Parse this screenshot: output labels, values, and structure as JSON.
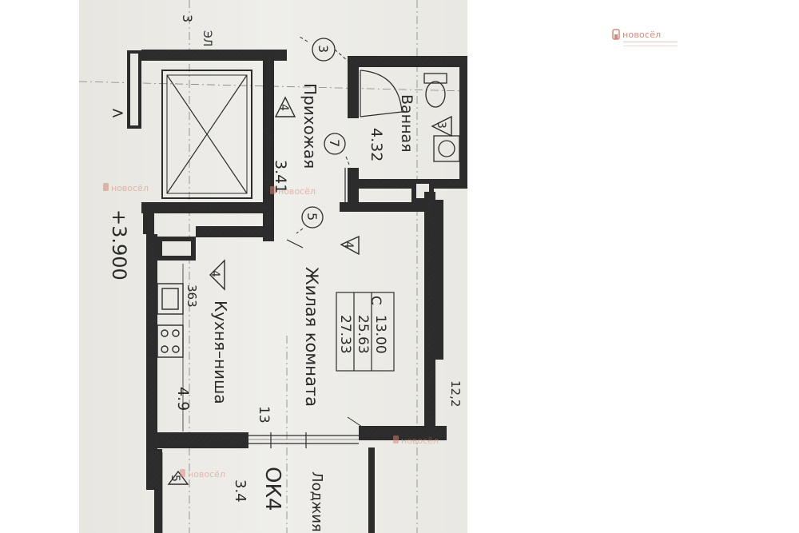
{
  "watermark": {
    "brand": "новосёл"
  },
  "plan": {
    "rooms": [
      {
        "name": "Прихожая",
        "area": "3.41",
        "marker": "4"
      },
      {
        "name": "Ванная",
        "area": "4.32",
        "marker": "3"
      },
      {
        "name": "Жилая комната",
        "marker": "4"
      },
      {
        "name": "Кухня–ниша",
        "area": "4.9",
        "marker": "4"
      },
      {
        "name": "Лоджия",
        "area": "3.4",
        "marker": "5"
      }
    ],
    "summary": {
      "label": "С",
      "values": [
        "13.00",
        "25.63",
        "27.33"
      ]
    },
    "elevation": "+3.900",
    "window": "ОК4",
    "axes": [
      "3",
      "7",
      "5"
    ],
    "dims": [
      "363",
      "13",
      "ЭЛ",
      "3",
      "12,2"
    ],
    "arrow": ">"
  },
  "colors": {
    "paper": "#ecebe6",
    "ink": "#2b2b2b",
    "watermark": "#d98878"
  }
}
